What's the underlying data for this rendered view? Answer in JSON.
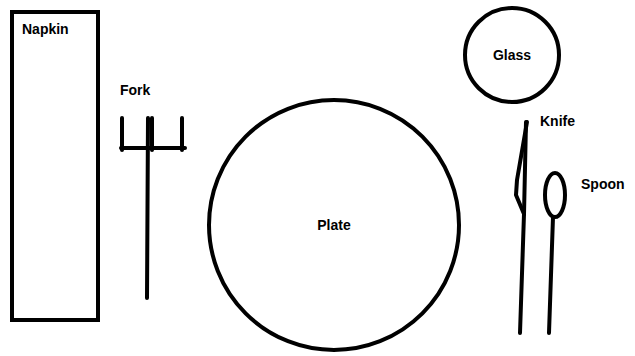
{
  "diagram": {
    "nodes": [
      {
        "text": [
          "Napkin"
        ]
      },
      {
        "text": [
          "Glass"
        ]
      },
      {
        "text": [
          "Plate"
        ]
      }
    ],
    "labels": [
      "Fork",
      "Knife",
      "Spoon"
    ]
  }
}
